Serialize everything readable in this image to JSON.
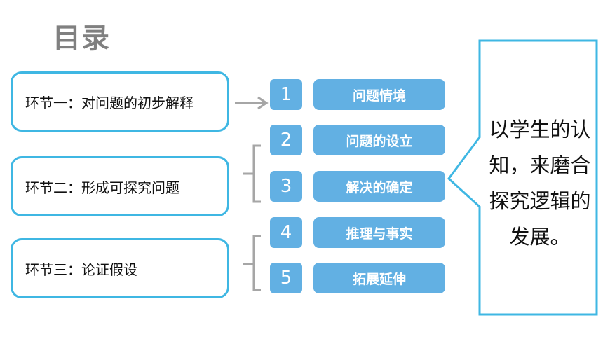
{
  "title": "目录",
  "stages": [
    {
      "label": "环节一：对问题的初步解释"
    },
    {
      "label": "环节二：形成可探究问题"
    },
    {
      "label": "环节三：论证假设"
    }
  ],
  "steps": [
    {
      "num": "1",
      "label": "问题情境"
    },
    {
      "num": "2",
      "label": "问题的设立"
    },
    {
      "num": "3",
      "label": "解决的确定"
    },
    {
      "num": "4",
      "label": "推理与事实"
    },
    {
      "num": "5",
      "label": "拓展延伸"
    }
  ],
  "callout": {
    "line1": "以学生的认",
    "line2": "知，来磨合",
    "line3": "探究逻辑的",
    "line4": "发展。"
  },
  "colors": {
    "box_border": "#3fb7e3",
    "pill_fill": "#62b0e3",
    "bracket": "#a6a6a6",
    "title": "#808080"
  }
}
